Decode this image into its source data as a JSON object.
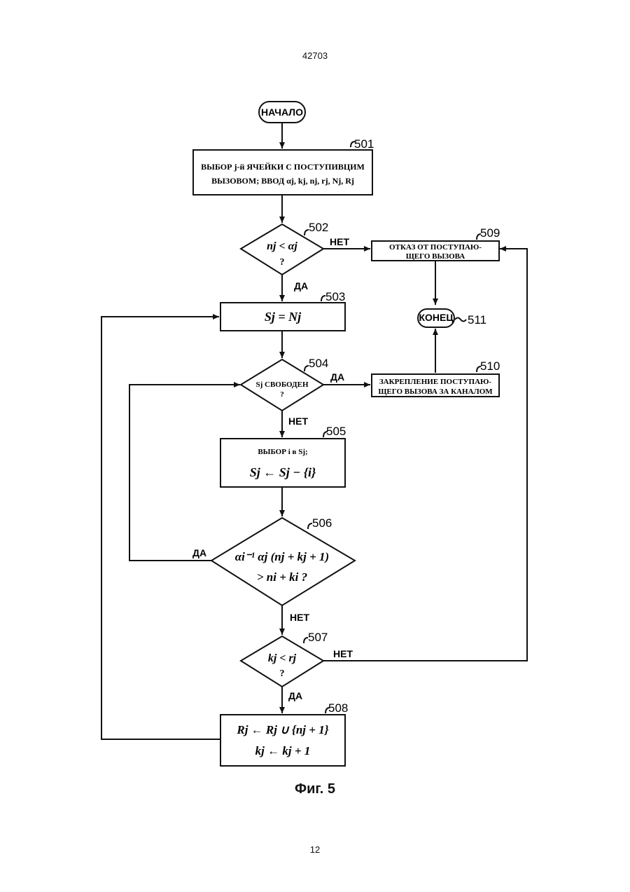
{
  "header": {
    "doc_number": "42703"
  },
  "footer": {
    "page_number": "12"
  },
  "caption": "Фиг. 5",
  "flowchart": {
    "start": "НАЧАЛО",
    "end": "КОНЕЦ",
    "refs": {
      "r501": "501",
      "r502": "502",
      "r503": "503",
      "r504": "504",
      "r505": "505",
      "r506": "506",
      "r507": "507",
      "r508": "508",
      "r509": "509",
      "r510": "510",
      "r511": "511"
    },
    "s501": {
      "line1": "ВЫБОР j-й ЯЧЕЙКИ С ПОСТУПИВЦИМ",
      "line2": "ВЫЗОВОМ; ВВОД αj, kj, nj, rj, Nj, Rj"
    },
    "d502": {
      "line1": "nj < αj",
      "line2": "?"
    },
    "s503": {
      "text": "Sj = Nj"
    },
    "d504": {
      "line1": "Sj СВОБОДЕН",
      "line2": "?"
    },
    "s505": {
      "line1": "ВЫБОР i в Sj;",
      "line2": "Sj ← Sj − {i}"
    },
    "d506": {
      "line1": "αi⁻¹ αj (nj + kj + 1)",
      "line2": "> ni + ki  ?"
    },
    "d507": {
      "line1": "kj < rj",
      "line2": "?"
    },
    "s508": {
      "line1": "Rj ← Rj ∪ {nj + 1}",
      "line2": "kj ← kj + 1"
    },
    "s509": {
      "line1": "ОТКАЗ ОТ ПОСТУПАЮ-",
      "line2": "ЩЕГО ВЫЗОВА"
    },
    "s510": {
      "line1": "ЗАКРЕПЛЕНИЕ ПОСТУПАЮ-",
      "line2": "ЩЕГО ВЫЗОВА ЗА КАНАЛОМ"
    },
    "labels": {
      "yes_502": "ДА",
      "no_502": "НЕТ",
      "yes_504": "ДА",
      "no_504": "НЕТ",
      "yes_506": "ДА",
      "no_506": "НЕТ",
      "yes_507": "ДА",
      "no_507": "НЕТ"
    }
  }
}
